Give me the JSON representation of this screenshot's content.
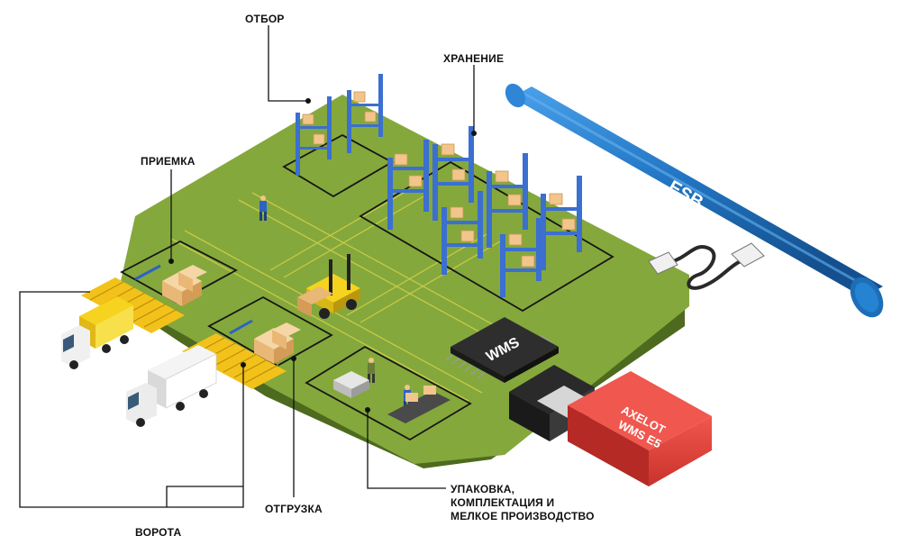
{
  "labels": {
    "otbor": "ОТБОР",
    "hranenie": "ХРАНЕНИЕ",
    "priemka": "ПРИЕМКА",
    "otgruzka": "ОТГРУЗКА",
    "vorota": "ВОРОТА",
    "upakovka": [
      "УПАКОВКА,",
      "КОМПЛЕКТАЦИЯ И",
      "МЕЛКОЕ ПРОИЗВОДСТВО"
    ]
  },
  "components": {
    "esb_label": "ESB",
    "wms_chip_label": "WMS",
    "usb_label_line1": "AXELOT",
    "usb_label_line2": "WMS E5"
  },
  "colors": {
    "board": "#7fa23a",
    "board_side": "#4d6a1f",
    "esb_pipe": "#2377c4",
    "usb_stick": "#e8473f",
    "rack": "#3b6fd0",
    "box": "#f2c58a",
    "stripe": "#f2c21a"
  }
}
